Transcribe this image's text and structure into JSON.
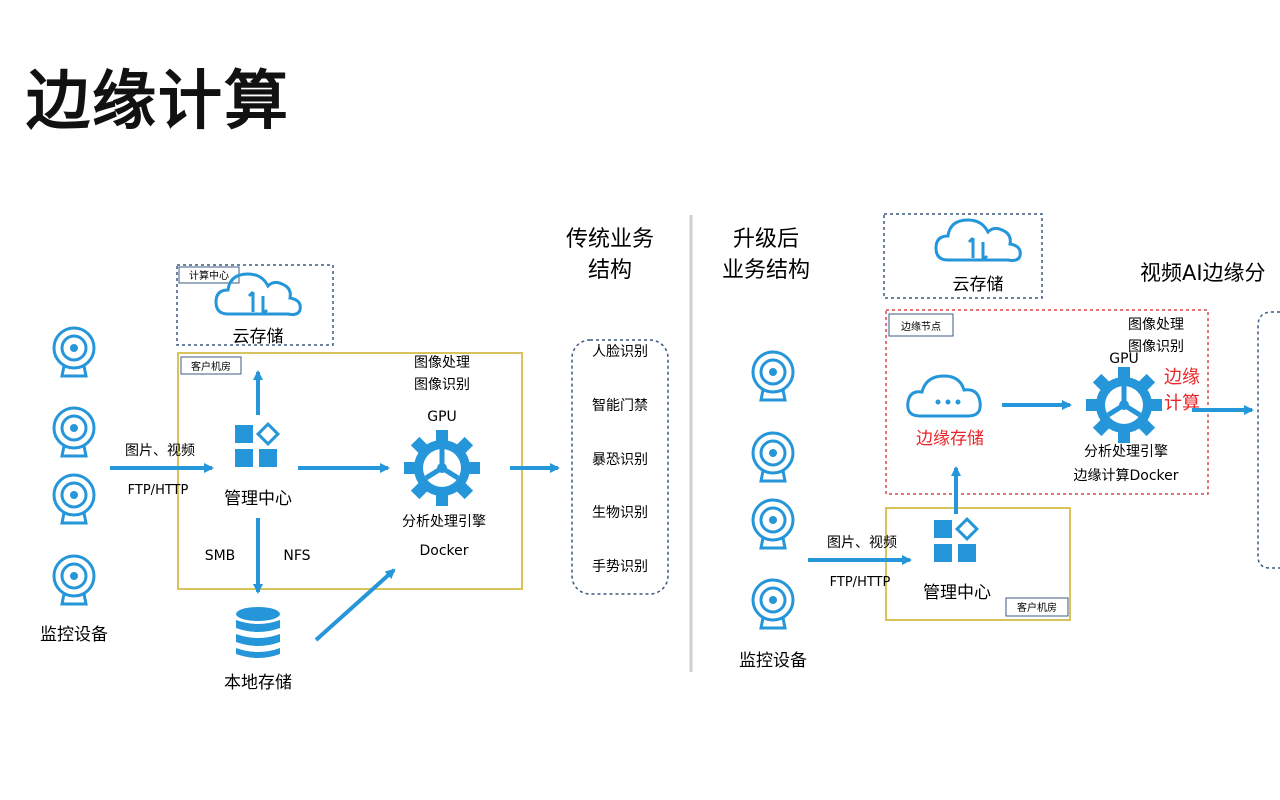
{
  "title": "边缘计算",
  "left": {
    "section_title_line1": "传统业务",
    "section_title_line2": "结构",
    "compute_center_label": "计算中心",
    "cloud_storage": "云存储",
    "client_room": "客户机房",
    "image_processing": "图像处理",
    "image_recognition": "图像识别",
    "gpu": "GPU",
    "engine": "分析处理引擎",
    "docker": "Docker",
    "input_line1": "图片、视频",
    "input_line2": "FTP/HTTP",
    "management_center": "管理中心",
    "smb": "SMB",
    "nfs": "NFS",
    "local_storage": "本地存储",
    "monitoring": "监控设备",
    "services": [
      "人脸识别",
      "智能门禁",
      "暴恐识别",
      "生物识别",
      "手势识别"
    ]
  },
  "right": {
    "section_title_line1": "升级后",
    "section_title_line2": "业务结构",
    "cloud_storage": "云存储",
    "edge_node": "边缘节点",
    "image_processing": "图像处理",
    "image_recognition": "图像识别",
    "gpu": "GPU",
    "edge_compute_line1": "边缘",
    "edge_compute_line2": "计算",
    "edge_storage": "边缘存储",
    "engine": "分析处理引擎",
    "engine_docker": "边缘计算Docker",
    "input_line1": "图片、视频",
    "input_line2": "FTP/HTTP",
    "management_center": "管理中心",
    "client_room": "客户机房",
    "monitoring": "监控设备",
    "video_ai_title": "视频AI边缘分"
  },
  "colors": {
    "blue": "#2596d9",
    "navy_dash": "#3b5a80",
    "yellow": "#d8c45a",
    "red_dash": "#d84a4a",
    "red_text": "#e8262a"
  }
}
